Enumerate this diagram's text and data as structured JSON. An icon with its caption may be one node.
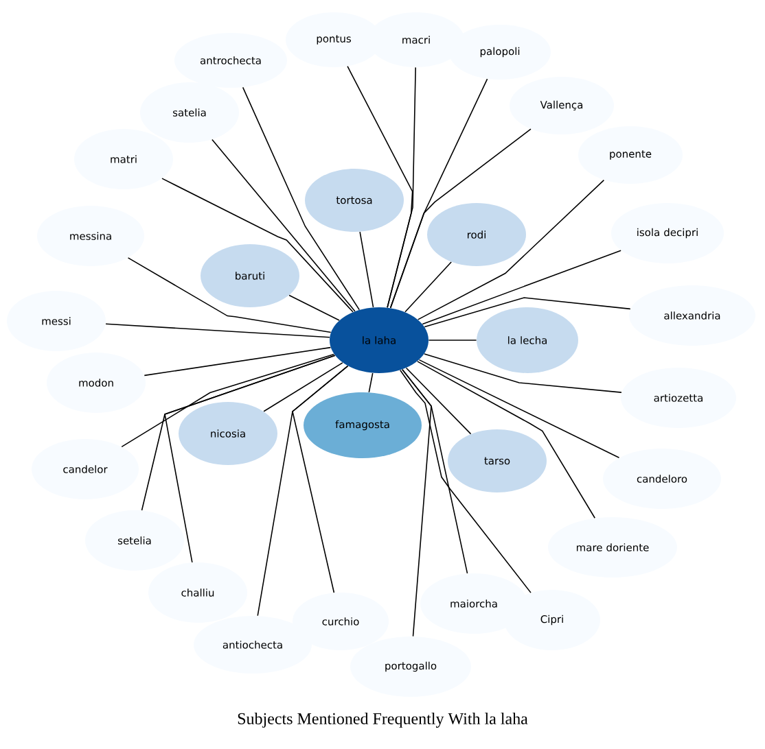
{
  "diagram": {
    "title": "Subjects Mentioned Frequently With la laha",
    "nodes": [
      {
        "text": [
          "la laha"
        ]
      },
      {
        "text": [
          "tortosa"
        ]
      },
      {
        "text": [
          "rodi"
        ]
      },
      {
        "text": [
          "baruti"
        ]
      },
      {
        "text": [
          "la lecha"
        ]
      },
      {
        "text": [
          "nicosia"
        ]
      },
      {
        "text": [
          "famagosta"
        ]
      },
      {
        "text": [
          "tarso"
        ]
      },
      {
        "text": [
          "antrochecta"
        ]
      },
      {
        "text": [
          "pontus"
        ]
      },
      {
        "text": [
          "macri"
        ]
      },
      {
        "text": [
          "palopoli"
        ]
      },
      {
        "text": [
          "Vallença"
        ]
      },
      {
        "text": [
          "ponente"
        ]
      },
      {
        "text": [
          "isola decipri"
        ]
      },
      {
        "text": [
          "allexandria"
        ]
      },
      {
        "text": [
          "artiozetta"
        ]
      },
      {
        "text": [
          "candeloro"
        ]
      },
      {
        "text": [
          "mare doriente"
        ]
      },
      {
        "text": [
          "Cipri"
        ]
      },
      {
        "text": [
          "maiorcha"
        ]
      },
      {
        "text": [
          "portogallo"
        ]
      },
      {
        "text": [
          "curchio"
        ]
      },
      {
        "text": [
          "antiochecta"
        ]
      },
      {
        "text": [
          "challiu"
        ]
      },
      {
        "text": [
          "setelia"
        ]
      },
      {
        "text": [
          "candelor"
        ]
      },
      {
        "text": [
          "modon"
        ]
      },
      {
        "text": [
          "messi"
        ]
      },
      {
        "text": [
          "messina"
        ]
      },
      {
        "text": [
          "matri"
        ]
      },
      {
        "text": [
          "satelia"
        ]
      }
    ],
    "edges": [
      {
        "from": 0,
        "to": 1,
        "arrow": "none"
      },
      {
        "from": 0,
        "to": 2,
        "arrow": "none"
      },
      {
        "from": 0,
        "to": 3,
        "arrow": "none"
      },
      {
        "from": 0,
        "to": 4,
        "arrow": "none"
      },
      {
        "from": 0,
        "to": 5,
        "arrow": "none"
      },
      {
        "from": 0,
        "to": 6,
        "arrow": "none"
      },
      {
        "from": 0,
        "to": 7,
        "arrow": "none"
      },
      {
        "from": 0,
        "to": 8,
        "arrow": "none"
      },
      {
        "from": 0,
        "to": 9,
        "arrow": "none"
      },
      {
        "from": 0,
        "to": 10,
        "arrow": "none"
      },
      {
        "from": 0,
        "to": 11,
        "arrow": "none"
      },
      {
        "from": 0,
        "to": 12,
        "arrow": "none"
      },
      {
        "from": 0,
        "to": 13,
        "arrow": "none"
      },
      {
        "from": 0,
        "to": 14,
        "arrow": "none"
      },
      {
        "from": 0,
        "to": 15,
        "arrow": "none"
      },
      {
        "from": 0,
        "to": 16,
        "arrow": "none"
      },
      {
        "from": 0,
        "to": 17,
        "arrow": "none"
      },
      {
        "from": 0,
        "to": 18,
        "arrow": "none"
      },
      {
        "from": 0,
        "to": 19,
        "arrow": "none"
      },
      {
        "from": 0,
        "to": 20,
        "arrow": "none"
      },
      {
        "from": 0,
        "to": 21,
        "arrow": "none"
      },
      {
        "from": 0,
        "to": 22,
        "arrow": "none"
      },
      {
        "from": 0,
        "to": 23,
        "arrow": "none"
      },
      {
        "from": 0,
        "to": 24,
        "arrow": "none"
      },
      {
        "from": 0,
        "to": 25,
        "arrow": "none"
      },
      {
        "from": 0,
        "to": 26,
        "arrow": "none"
      },
      {
        "from": 0,
        "to": 27,
        "arrow": "none"
      },
      {
        "from": 0,
        "to": 28,
        "arrow": "none"
      },
      {
        "from": 0,
        "to": 29,
        "arrow": "none"
      },
      {
        "from": 0,
        "to": 30,
        "arrow": "none"
      },
      {
        "from": 0,
        "to": 31,
        "arrow": "none"
      }
    ]
  }
}
